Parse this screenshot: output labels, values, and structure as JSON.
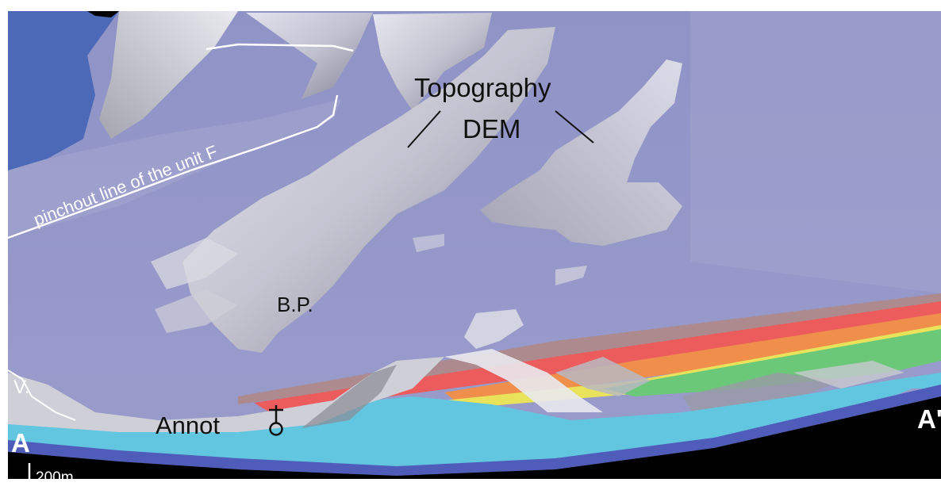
{
  "labels": {
    "topography": "Topography",
    "dem": "DEM",
    "pinchout": "pinchout line of the unit F",
    "bp": "B.P.",
    "v": "V.",
    "annot": "Annot",
    "section_start": "A",
    "section_end": "A'",
    "scale": "200m"
  },
  "colors": {
    "sky_surface": "#9195c7",
    "background_blue": "#4b69b7",
    "terrain_light": "#e3e3ea",
    "terrain_mid": "#bdbdc6",
    "terrain_dark": "#6e6e78",
    "ground_black": "#000000",
    "strata_blue": "#5866c0",
    "strata_cyan": "#63c6e0",
    "strata_red": "#ec5c5c",
    "strata_orange": "#f08f4c",
    "strata_yellow": "#e8e35a",
    "strata_green": "#6cc879",
    "label_dark": "#111111",
    "label_white": "#ffffff"
  },
  "icons": [
    "well-symbol-icon",
    "scale-bar-icon"
  ]
}
